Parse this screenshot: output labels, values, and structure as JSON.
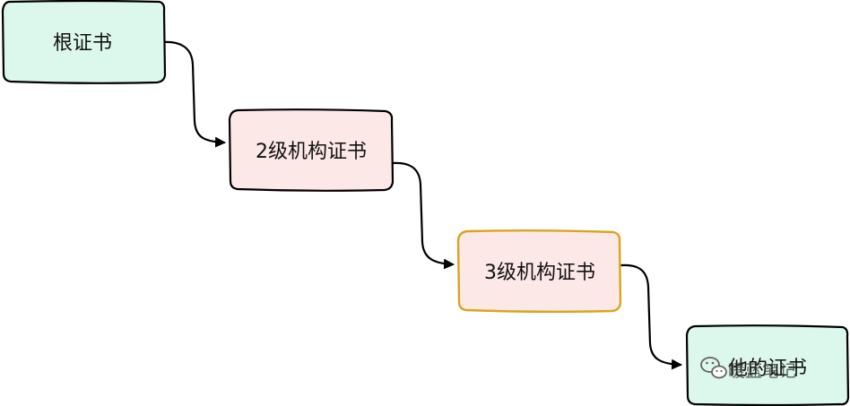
{
  "nodes": [
    {
      "id": "root",
      "label": "根证书",
      "fill": "#dcf7ec",
      "stroke": "#000000"
    },
    {
      "id": "level2",
      "label": "2级机构证书",
      "fill": "#fde8e8",
      "stroke": "#000000"
    },
    {
      "id": "level3",
      "label": "3级机构证书",
      "fill": "#fde8e8",
      "stroke": "#d8a520"
    },
    {
      "id": "leaf",
      "label": "他的证书",
      "fill": "#dcf7ec",
      "stroke": "#000000"
    }
  ],
  "edges": [
    {
      "from": "root",
      "to": "level2"
    },
    {
      "from": "level2",
      "to": "level3"
    },
    {
      "from": "level3",
      "to": "leaf"
    }
  ],
  "watermark": {
    "icon": "wechat-icon",
    "text": "暖蓝笔记"
  }
}
